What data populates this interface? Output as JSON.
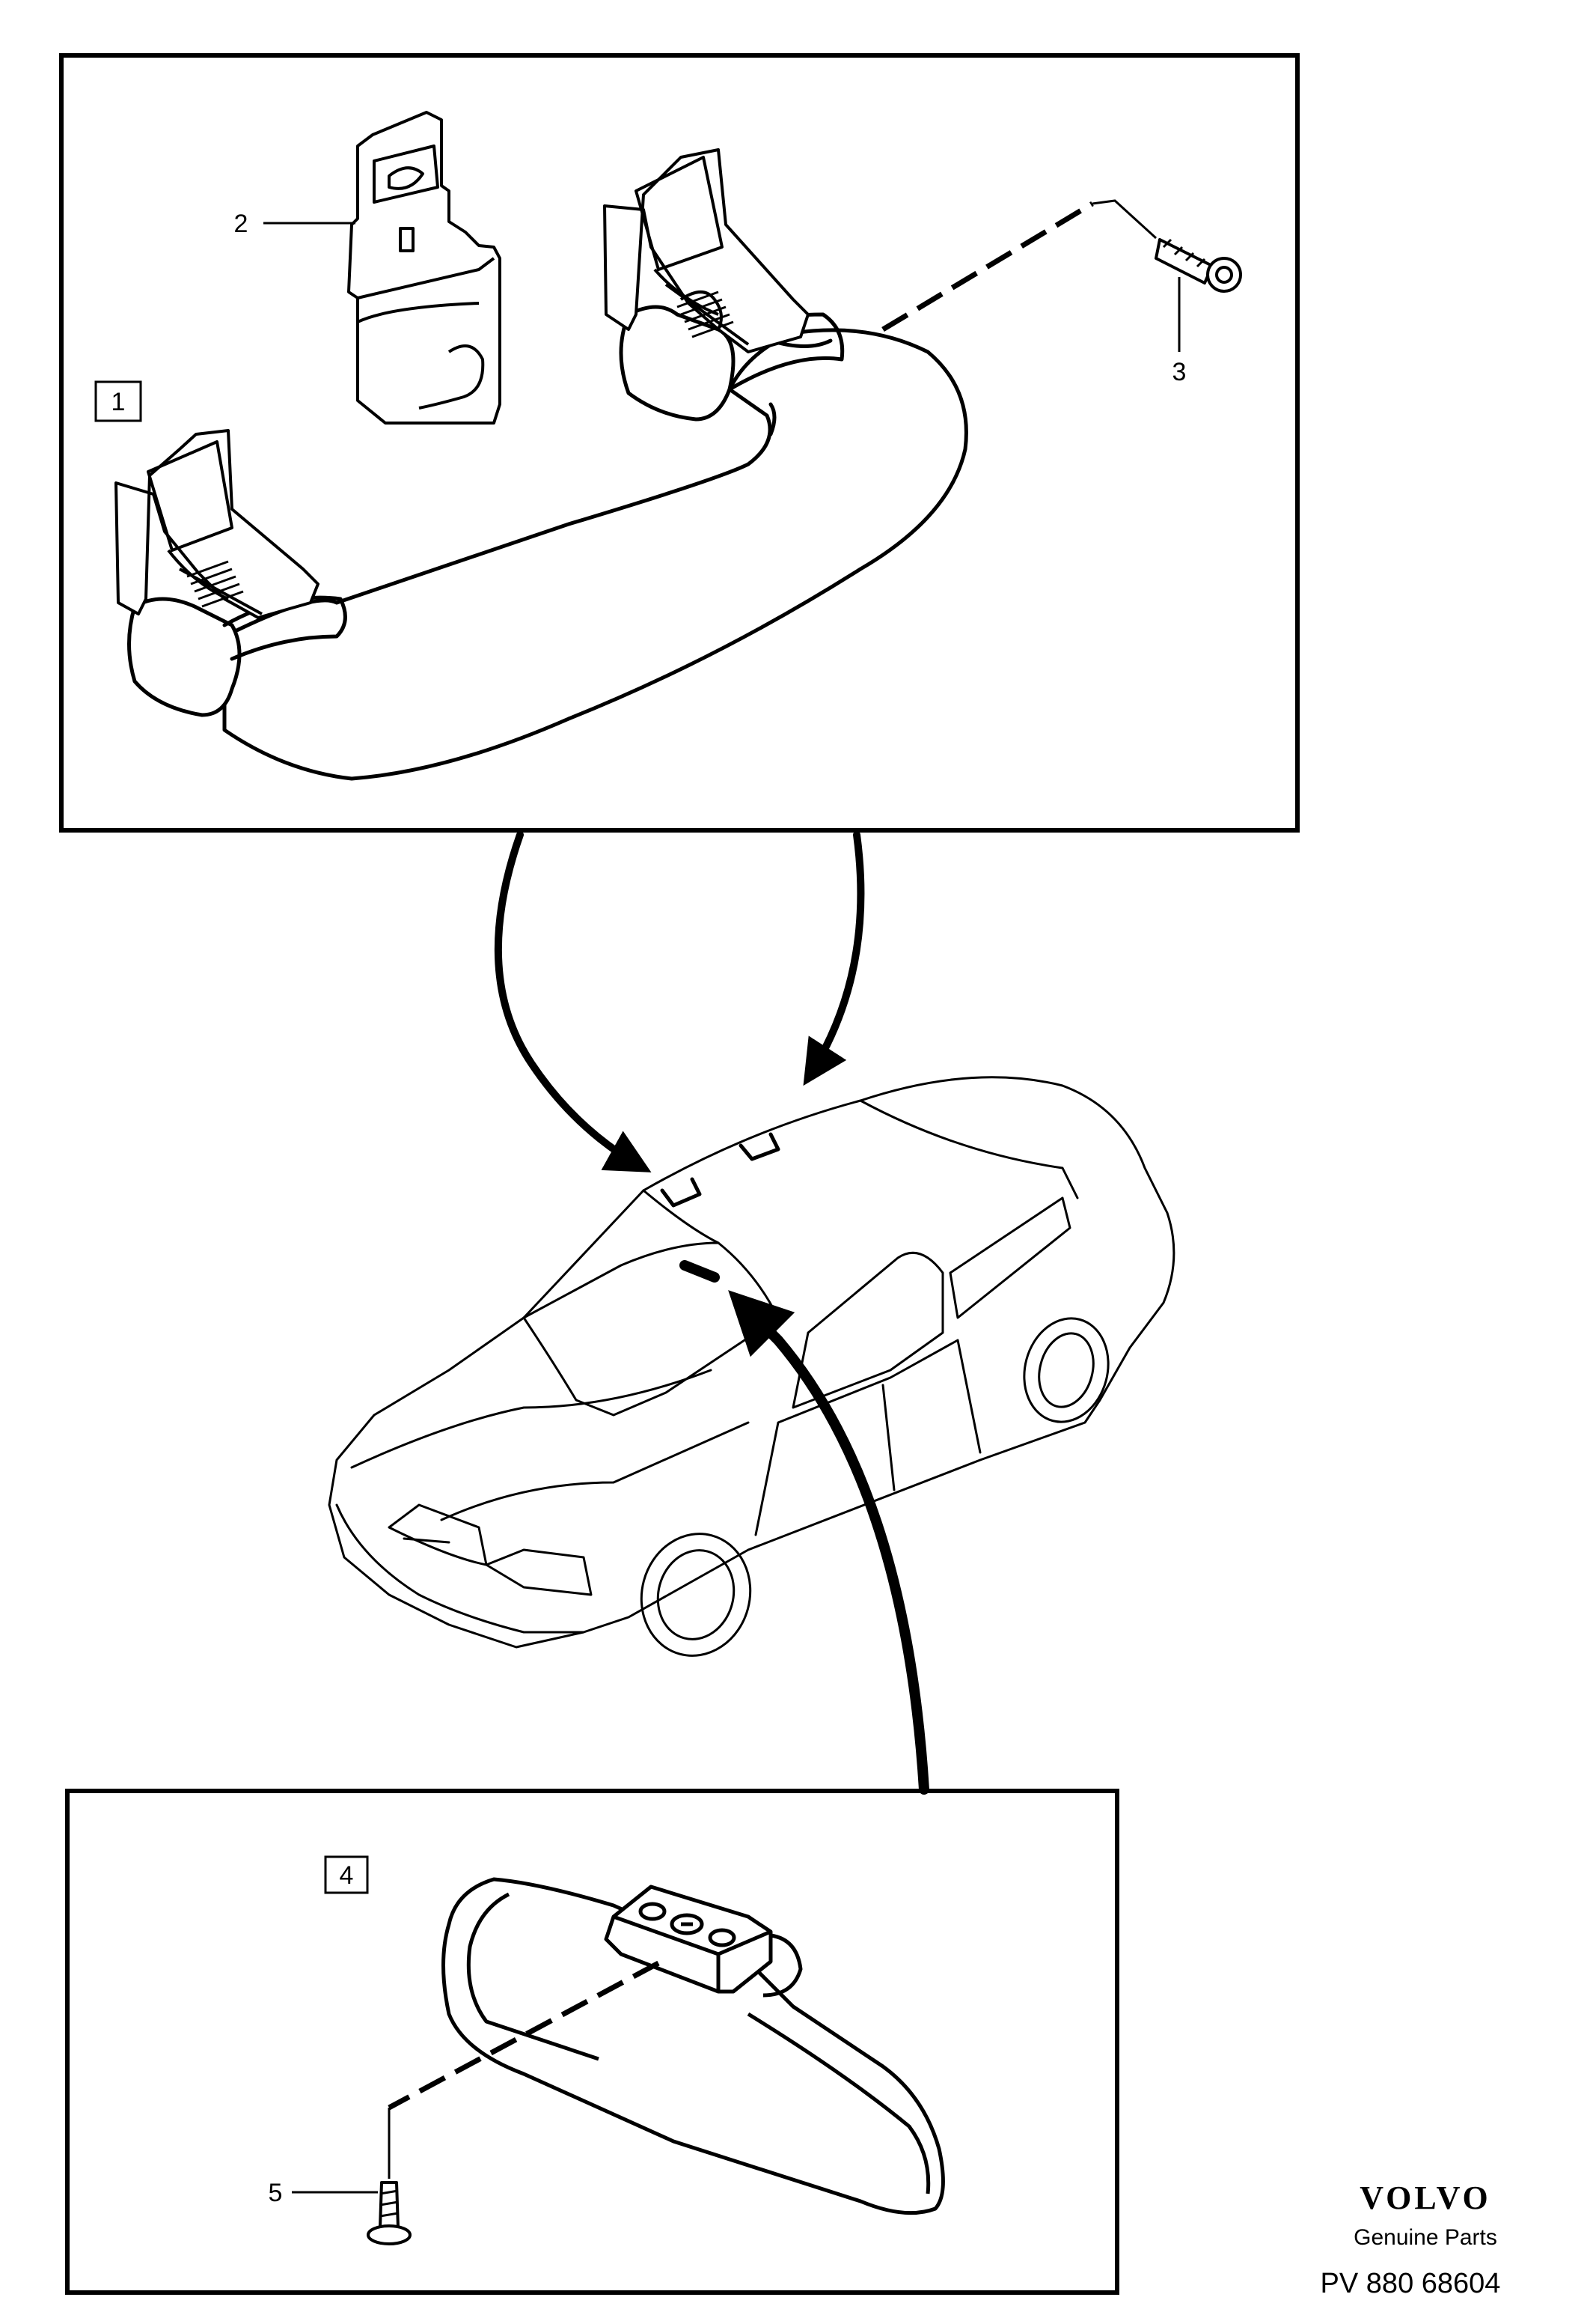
{
  "callouts": {
    "part1": "1",
    "part2": "2",
    "part3": "3",
    "part4": "4",
    "part5": "5"
  },
  "footer": {
    "brand": "VOLVO",
    "subtitle": "Genuine Parts",
    "code": "PV 880 68604"
  },
  "colors": {
    "ink": "#000000",
    "paper": "#ffffff"
  },
  "icons": {
    "brand": "volvo-wordmark"
  }
}
